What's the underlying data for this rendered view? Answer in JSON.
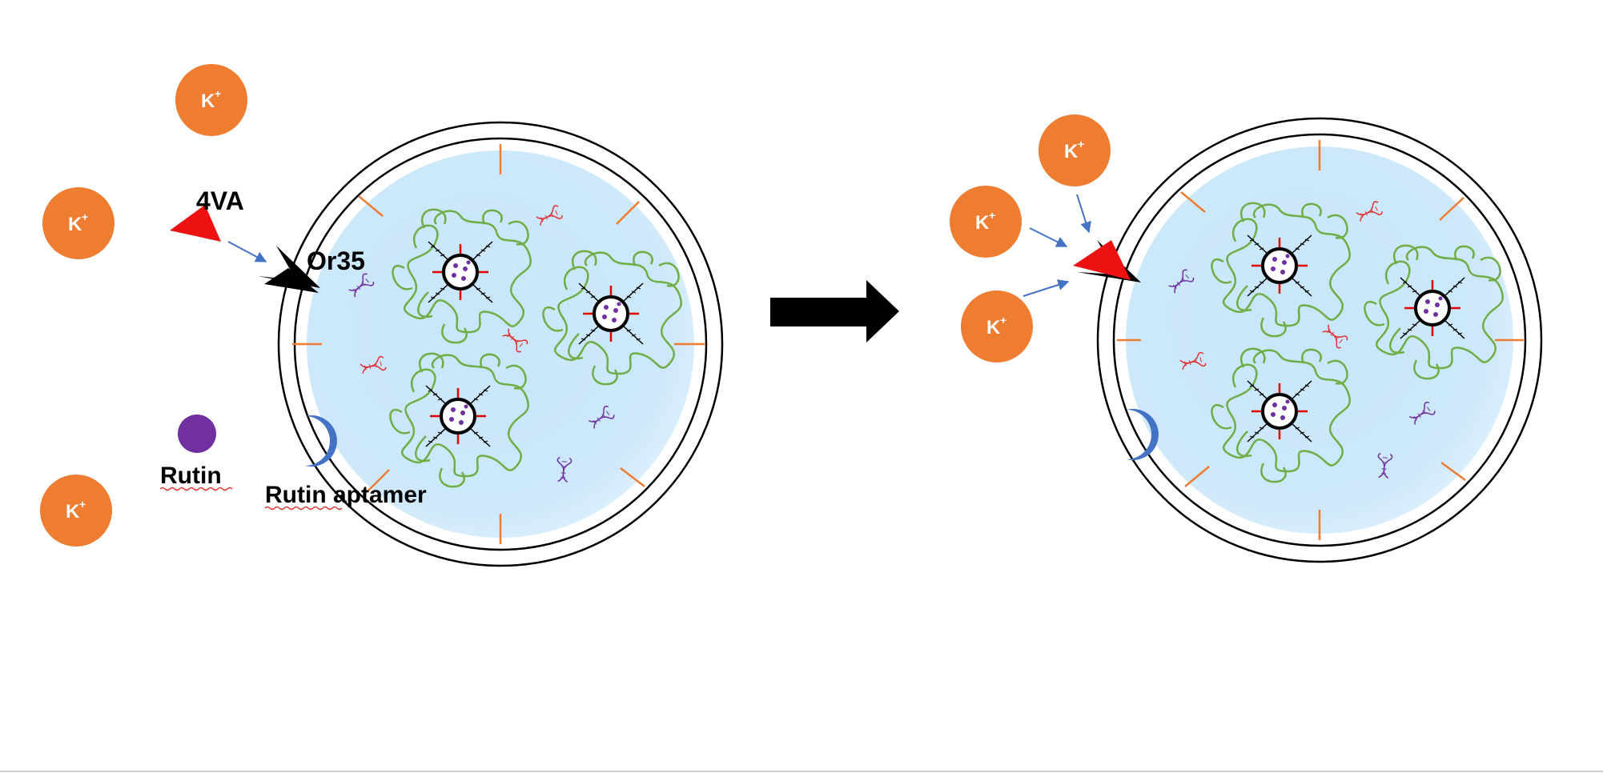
{
  "ion_label": "K",
  "ion_charge": "+",
  "labels": {
    "ligand": "4VA",
    "receptor": "Or35",
    "rutin": "Rutin",
    "aptamer": "Rutin aptamer"
  },
  "colors": {
    "ion": "#ee7d31",
    "ligand": "#ee1111",
    "receptor": "#000000",
    "rutin": "#7030a0",
    "aptamer": "#4472c4",
    "cell_fill": "#cfe8fb",
    "protein_coil": "#70ad47",
    "arrow": "#4472c4",
    "membrane_pore": "#ee7d31"
  }
}
